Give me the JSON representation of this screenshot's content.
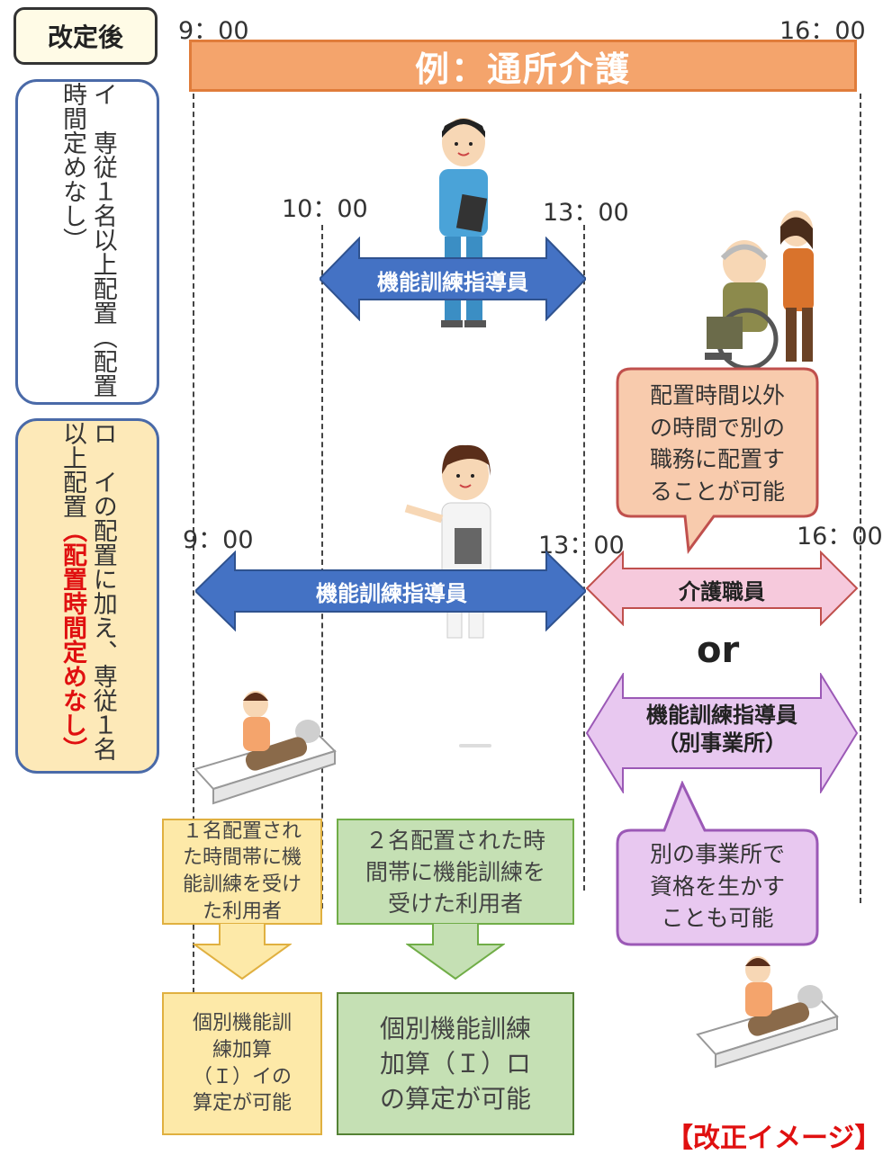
{
  "header": {
    "badge": "改定後",
    "example_title": "例：通所介護",
    "time_start": "9：00",
    "time_end": "16：00"
  },
  "row_a": {
    "label_main": "イ　専従１名以上配置",
    "label_sub": "（配置時間定めなし）",
    "time_start": "10：00",
    "time_end": "13：00",
    "arrow_label": "機能訓練指導員"
  },
  "row_b": {
    "label_main": "ロ　イの配置に加え、",
    "label_main2": "専従１名以上配置",
    "label_sub": "（配置時間定めなし）",
    "time_start": "9：00",
    "time_mid": "13：00",
    "time_end": "16：00",
    "arrow_label": "機能訓練指導員",
    "care_label": "介護職員",
    "or_label": "or",
    "other_label_1": "機能訓練指導員",
    "other_label_2": "（別事業所）"
  },
  "bubbles": {
    "pink": [
      "配置時間以外",
      "の時間で別の",
      "職務に配置す",
      "ることが可能"
    ],
    "purple": [
      "別の事業所で",
      "資格を生かす",
      "ことも可能"
    ]
  },
  "boxes": {
    "yellow_top": [
      "１名配置され",
      "た時間帯に機",
      "能訓練を受け",
      "た利用者"
    ],
    "yellow_bottom": [
      "個別機能訓",
      "練加算",
      "（Ｉ）イの",
      "算定が可能"
    ],
    "green_top": [
      "２名配置された時",
      "間帯に機能訓練を",
      "受けた利用者"
    ],
    "green_bottom": [
      "個別機能訓練",
      "加算（Ｉ）ロ",
      "の算定が可能"
    ]
  },
  "footer": {
    "note": "【改正イメージ】"
  },
  "colors": {
    "blue_arrow": "#4472c4",
    "pink_arrow": "#f6c9dc",
    "purple_arrow": "#e8c8f0",
    "orange_bar": "#f4a46c",
    "yellow_box": "#fde9a8",
    "green_box": "#c5e0b4",
    "red": "#e01010"
  }
}
